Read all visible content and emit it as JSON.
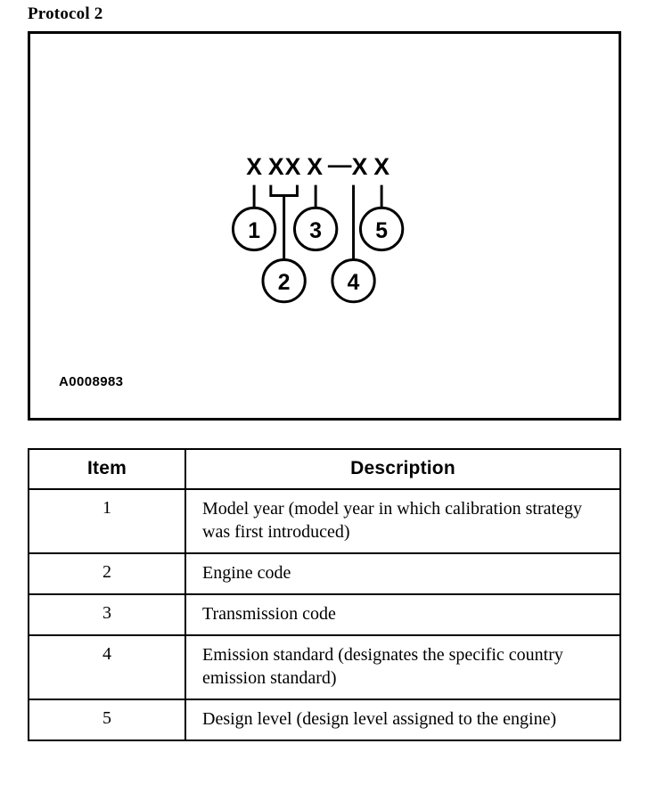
{
  "heading": "Protocol 2",
  "figure": {
    "id_label": "A0008983",
    "code_parts": {
      "part1": "X",
      "part2": "XX",
      "part3": "X",
      "separator": "—",
      "part4": "X",
      "part5": "X"
    },
    "code_string": "X XX X — X X",
    "callouts": [
      {
        "number": "1",
        "target": "part1"
      },
      {
        "number": "2",
        "target": "part2"
      },
      {
        "number": "3",
        "target": "part3"
      },
      {
        "number": "4",
        "target": "part4"
      },
      {
        "number": "5",
        "target": "part5"
      }
    ]
  },
  "table": {
    "headers": {
      "item": "Item",
      "description": "Description"
    },
    "rows": [
      {
        "item": "1",
        "description": "Model year (model year in which calibration strategy was first introduced)"
      },
      {
        "item": "2",
        "description": "Engine code"
      },
      {
        "item": "3",
        "description": "Transmission code"
      },
      {
        "item": "4",
        "description": "Emission standard (designates the specific country emission standard)"
      },
      {
        "item": "5",
        "description": "Design level (design level assigned to the engine)"
      }
    ]
  },
  "colors": {
    "ink": "#000000",
    "paper": "#ffffff"
  }
}
